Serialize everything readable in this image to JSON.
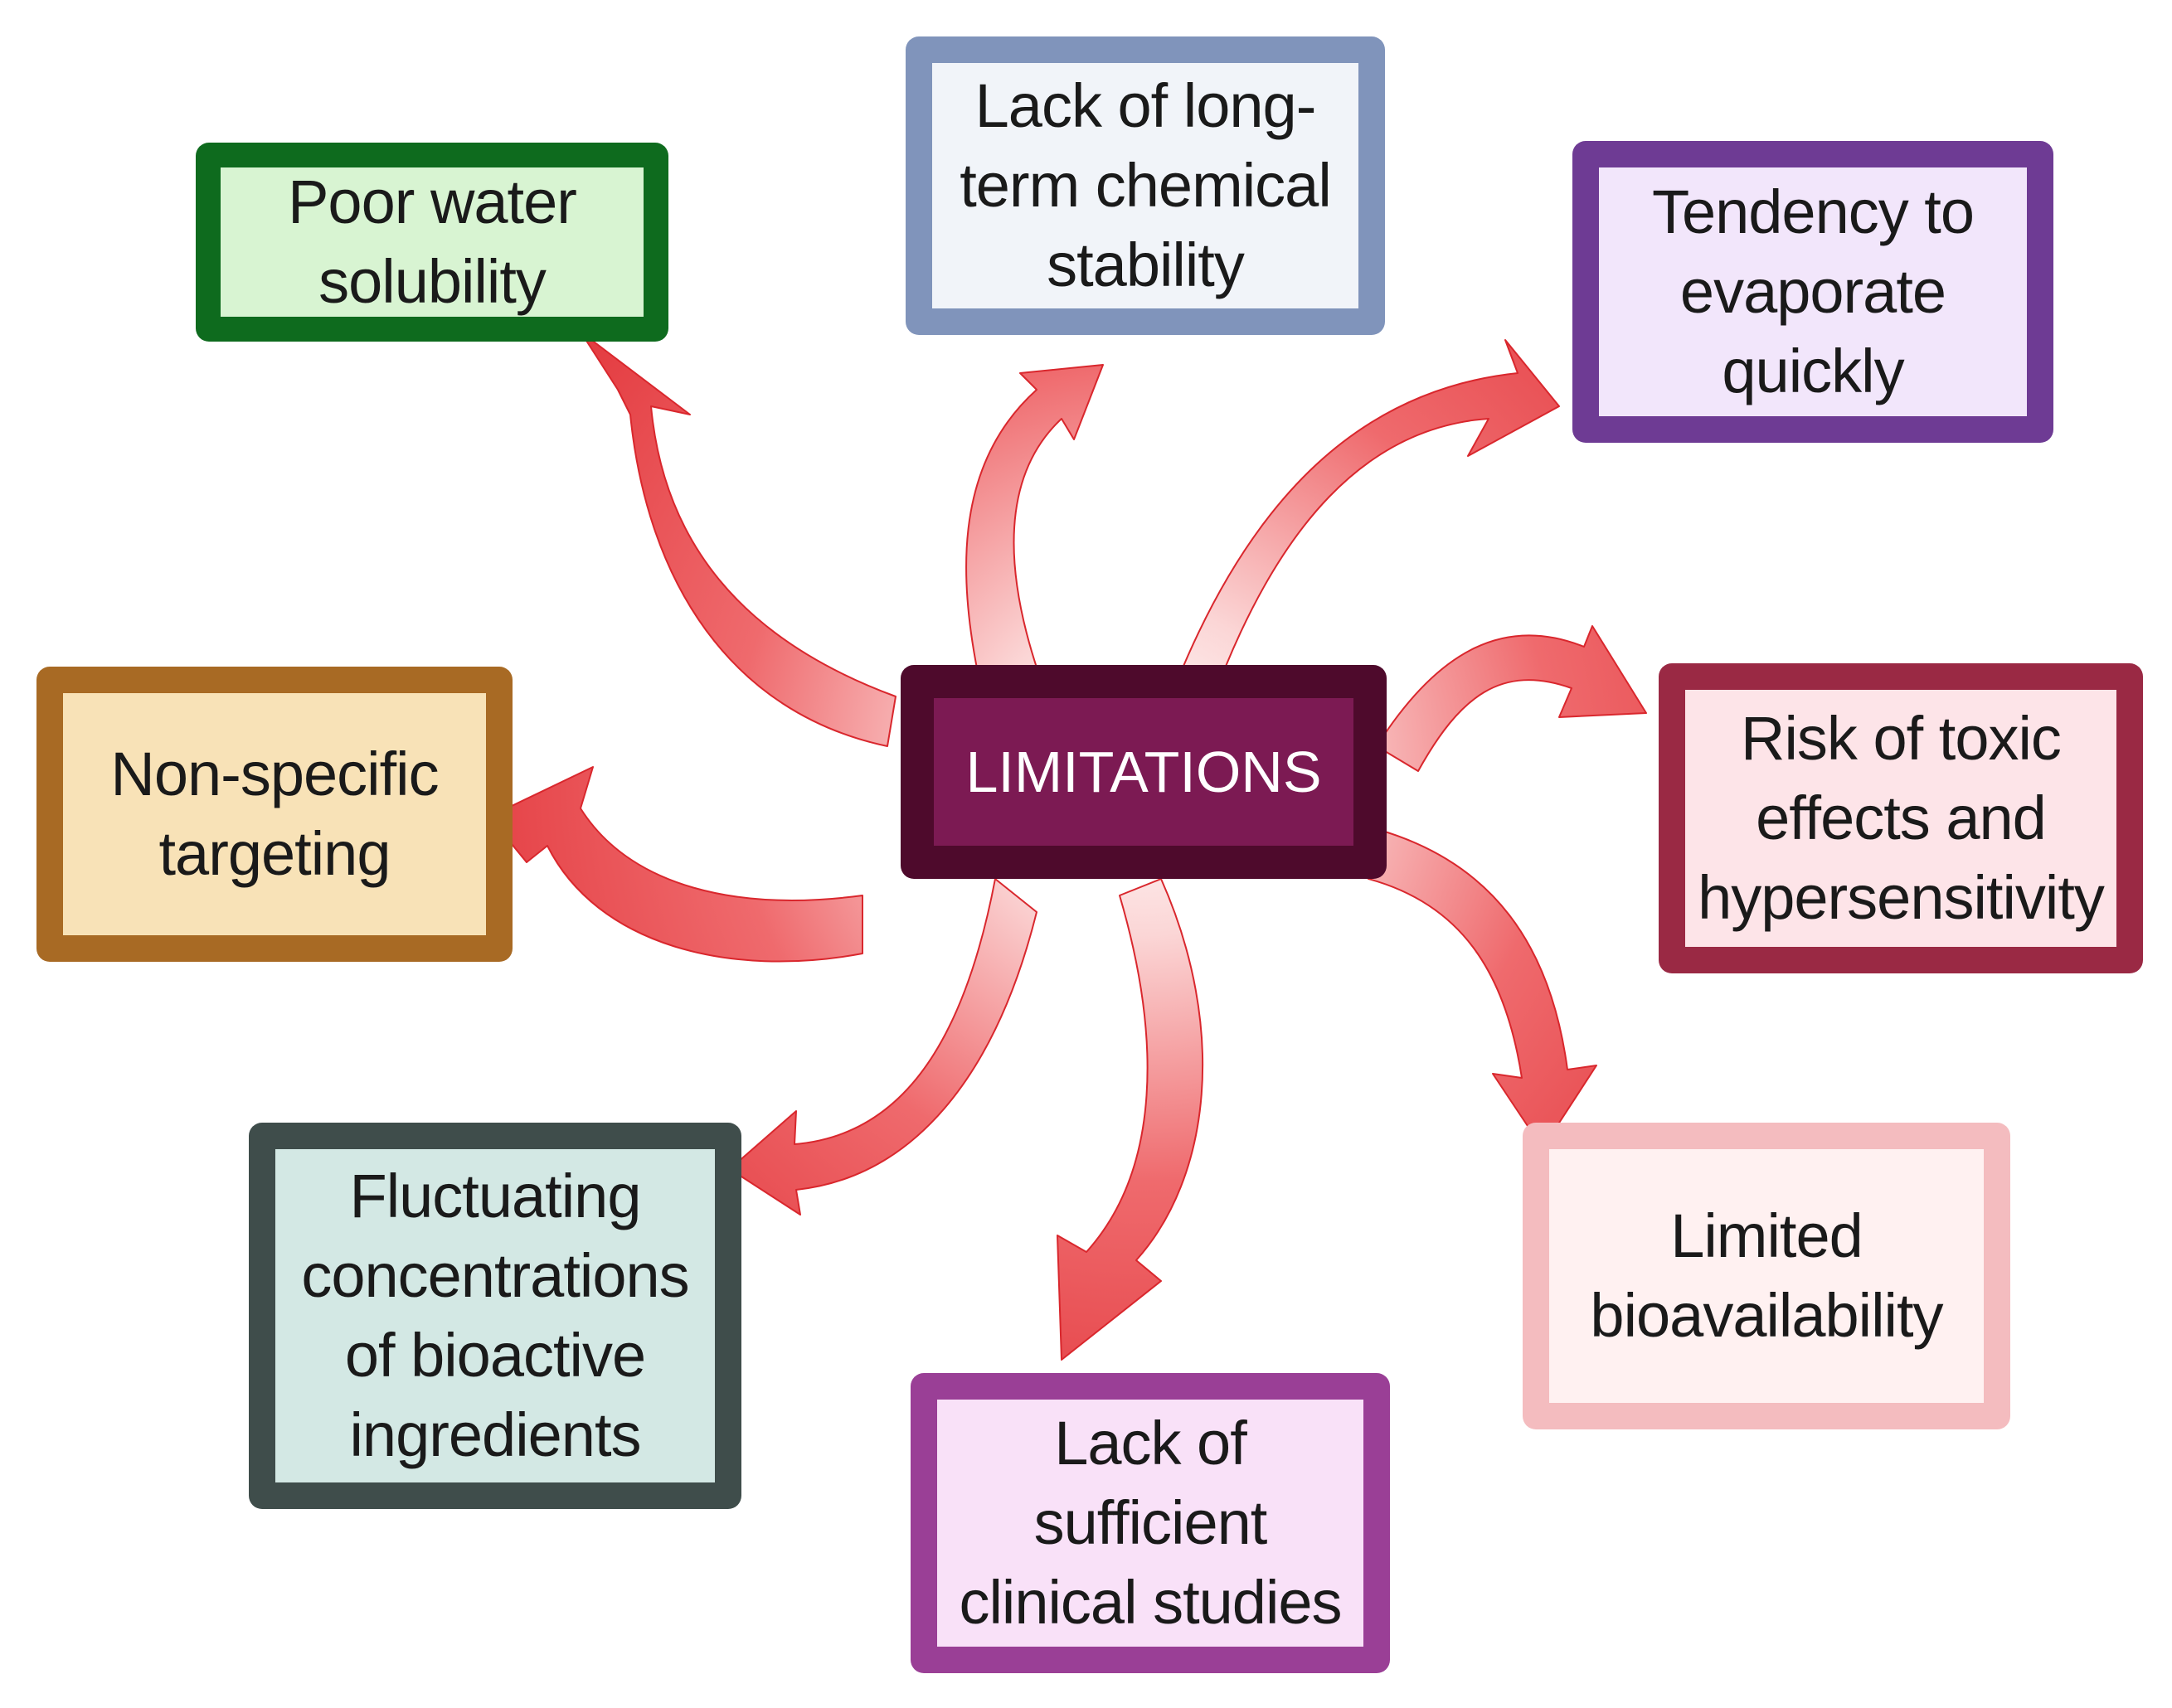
{
  "diagram": {
    "center": {
      "label": "LIMITATIONS"
    },
    "limitations": [
      {
        "id": "solubility",
        "label": "Poor water\nsolubility",
        "border_color": "#0e6b1e",
        "fill_color": "#d8f4d2"
      },
      {
        "id": "stability",
        "label": "Lack of long-\nterm chemical\nstability",
        "border_color": "#8094bb",
        "fill_color": "#f1f4f9"
      },
      {
        "id": "evaporate",
        "label": "Tendency to\nevaporate\nquickly",
        "border_color": "#6e3b94",
        "fill_color": "#f2e6fb"
      },
      {
        "id": "nonspecific",
        "label": "Non-specific\ntargeting",
        "border_color": "#a86a24",
        "fill_color": "#f8e2b7"
      },
      {
        "id": "toxic",
        "label": "Risk of toxic\neffects and\nhypersensitivity",
        "border_color": "#9a2944",
        "fill_color": "#fde4e8"
      },
      {
        "id": "fluctuating",
        "label": "Fluctuating\nconcentrations\nof bioactive\ningredients",
        "border_color": "#3f4d4b",
        "fill_color": "#d3e8e4"
      },
      {
        "id": "bioavailability",
        "label": "Limited\nbioavailability",
        "border_color": "#f4bcbf",
        "fill_color": "#fff1f1"
      },
      {
        "id": "clinical",
        "label": "Lack of\nsufficient\nclinical studies",
        "border_color": "#9a3f96",
        "fill_color": "#f9e1f8"
      }
    ],
    "center_colors": {
      "border": "#4e0a2c",
      "fill": "#7c1a53",
      "text": "#ffffff"
    },
    "arrow_color": "#e8383d"
  }
}
